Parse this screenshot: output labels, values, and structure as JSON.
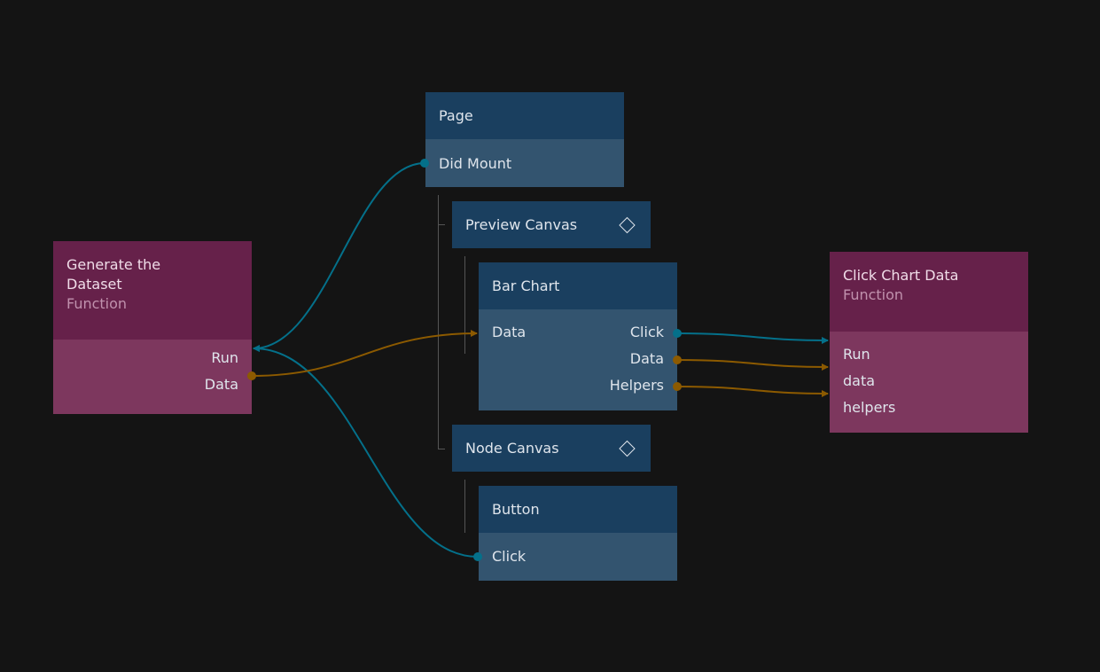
{
  "colors": {
    "background": "#141414",
    "visual_node_header": "#1a3f5f",
    "visual_node_body": "#33546f",
    "function_node_header": "#66214a",
    "function_node_body": "#7d375e",
    "signal_wire": "#04708a",
    "data_wire": "#8c5a00"
  },
  "nodes": {
    "generate": {
      "title": "Generate the Dataset",
      "type": "Function",
      "ports": [
        "Run",
        "Data"
      ]
    },
    "page": {
      "title": "Page",
      "ports": [
        "Did Mount"
      ]
    },
    "preview_canvas": {
      "title": "Preview Canvas",
      "icon": "diamond-icon"
    },
    "bar_chart": {
      "title": "Bar Chart",
      "inputs": [
        "Data"
      ],
      "outputs": [
        "Click",
        "Data",
        "Helpers"
      ]
    },
    "node_canvas": {
      "title": "Node Canvas",
      "icon": "diamond-icon"
    },
    "button": {
      "title": "Button",
      "ports": [
        "Click"
      ]
    },
    "click_chart": {
      "title": "Click Chart Data",
      "type": "Function",
      "ports": [
        "Run",
        "data",
        "helpers"
      ]
    }
  },
  "connections": [
    {
      "from": "Page.Did Mount",
      "to": "Generate the Dataset.Run",
      "kind": "signal"
    },
    {
      "from": "Button.Click",
      "to": "Generate the Dataset.Run",
      "kind": "signal"
    },
    {
      "from": "Generate the Dataset.Data",
      "to": "Bar Chart.Data",
      "kind": "data"
    },
    {
      "from": "Bar Chart.Click",
      "to": "Click Chart Data.Run",
      "kind": "signal"
    },
    {
      "from": "Bar Chart.Data",
      "to": "Click Chart Data.data",
      "kind": "data"
    },
    {
      "from": "Bar Chart.Helpers",
      "to": "Click Chart Data.helpers",
      "kind": "data"
    }
  ]
}
